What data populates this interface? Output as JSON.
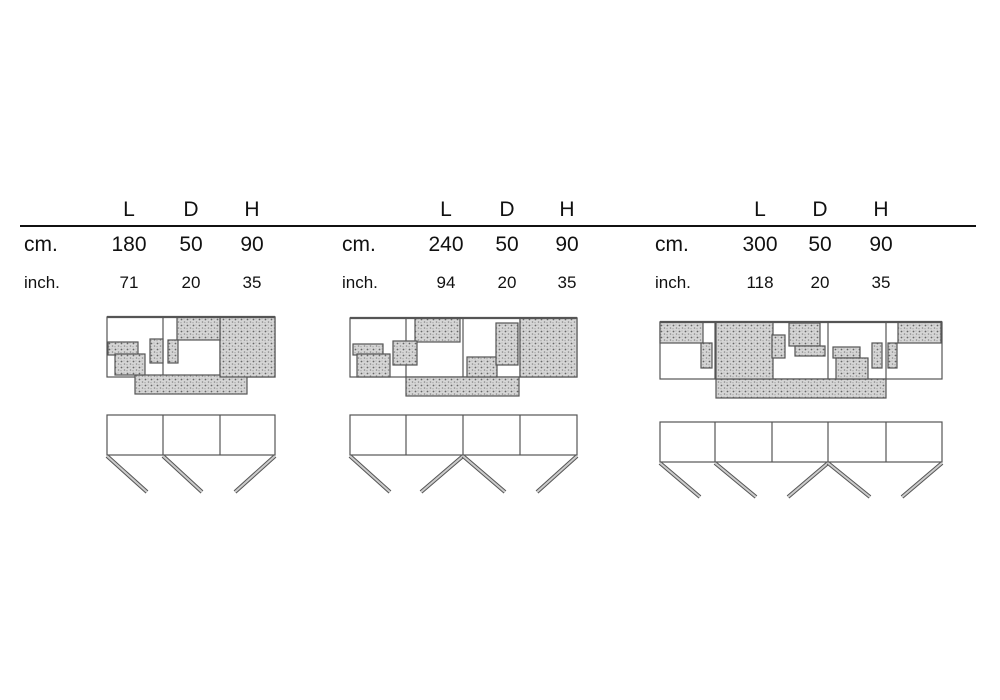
{
  "header": {
    "columns": [
      "L",
      "D",
      "H"
    ]
  },
  "units": {
    "cm_label": "cm.",
    "inch_label": "inch."
  },
  "models": [
    {
      "doors": 3,
      "cm": [
        "180",
        "50",
        "90"
      ],
      "inch": [
        "71",
        "20",
        "35"
      ]
    },
    {
      "doors": 4,
      "cm": [
        "240",
        "50",
        "90"
      ],
      "inch": [
        "94",
        "20",
        "35"
      ]
    },
    {
      "doors": 5,
      "cm": [
        "300",
        "50",
        "90"
      ],
      "inch": [
        "118",
        "20",
        "35"
      ]
    }
  ],
  "colors": {
    "line": "#555555",
    "stipple": "#cfcfcf",
    "text": "#111111"
  }
}
